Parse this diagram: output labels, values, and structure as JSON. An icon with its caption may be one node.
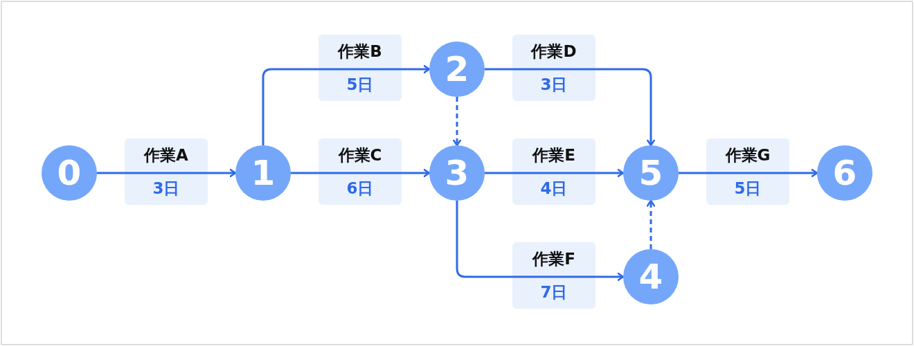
{
  "diagram": {
    "nodes": [
      {
        "text": [
          "0"
        ]
      },
      {
        "text": [
          "1"
        ]
      },
      {
        "text": [
          "2"
        ]
      },
      {
        "text": [
          "3"
        ]
      },
      {
        "text": [
          "4"
        ]
      },
      {
        "text": [
          "5"
        ]
      },
      {
        "text": [
          "6"
        ]
      }
    ],
    "edges": [
      {
        "from": 0,
        "to": 1,
        "arrow": "to",
        "label": "作業A 3日"
      },
      {
        "from": 1,
        "to": 2,
        "arrow": "to",
        "label": "作業B 5日"
      },
      {
        "from": 1,
        "to": 3,
        "arrow": "to",
        "label": "作業C 6日"
      },
      {
        "from": 2,
        "to": 3,
        "arrow": "to",
        "style": "dashed"
      },
      {
        "from": 2,
        "to": 5,
        "arrow": "to",
        "label": "作業D 3日"
      },
      {
        "from": 3,
        "to": 5,
        "arrow": "to",
        "label": "作業E 4日"
      },
      {
        "from": 3,
        "to": 4,
        "arrow": "to",
        "label": "作業F 7日"
      },
      {
        "from": 4,
        "to": 5,
        "arrow": "to",
        "style": "dashed"
      },
      {
        "from": 5,
        "to": 6,
        "arrow": "to",
        "label": "作業G 5日"
      }
    ]
  }
}
